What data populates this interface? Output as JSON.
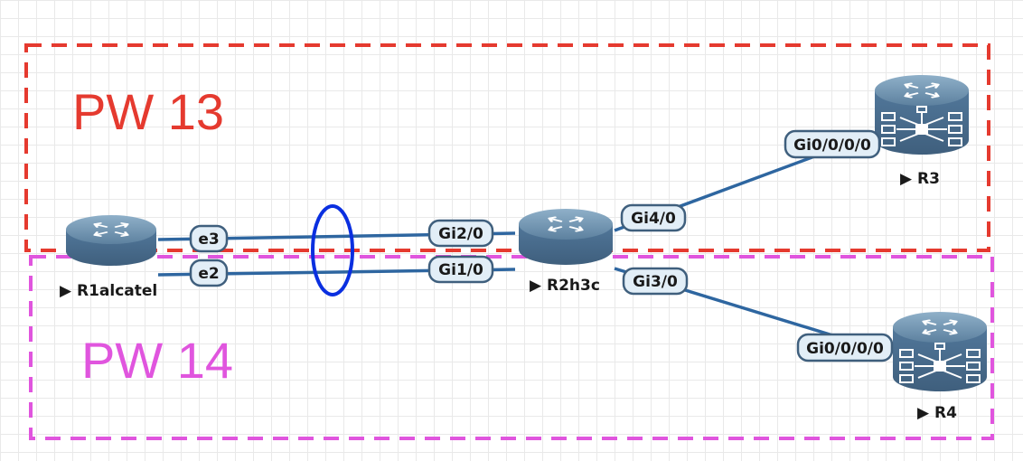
{
  "colors": {
    "zone_pw13": "#e53a2f",
    "zone_pw14": "#e055de",
    "link": "#2e66a0",
    "lag_ellipse": "#0a2fe0",
    "router_body": "#4e7394",
    "label_fill": "#e2eef7",
    "label_border": "#3f5f7d"
  },
  "zones": {
    "pw13": {
      "label": "PW 13"
    },
    "pw14": {
      "label": "PW 14"
    }
  },
  "nodes": {
    "r1": {
      "label": "▶ R1alcatel",
      "icon": "router-icon"
    },
    "r2": {
      "label": "▶ R2h3c",
      "icon": "router-icon"
    },
    "r3": {
      "label": "▶ R3",
      "icon": "core-router-icon"
    },
    "r4": {
      "label": "▶ R4",
      "icon": "core-router-icon"
    }
  },
  "links": {
    "r1_r2_a": {
      "a_if": "e3",
      "b_if": "Gi2/0"
    },
    "r1_r2_b": {
      "a_if": "e2",
      "b_if": "Gi1/0"
    },
    "r2_r3": {
      "a_if": "Gi4/0",
      "b_if": "Gi0/0/0/0"
    },
    "r2_r4": {
      "a_if": "Gi3/0",
      "b_if": "Gi0/0/0/0"
    }
  }
}
